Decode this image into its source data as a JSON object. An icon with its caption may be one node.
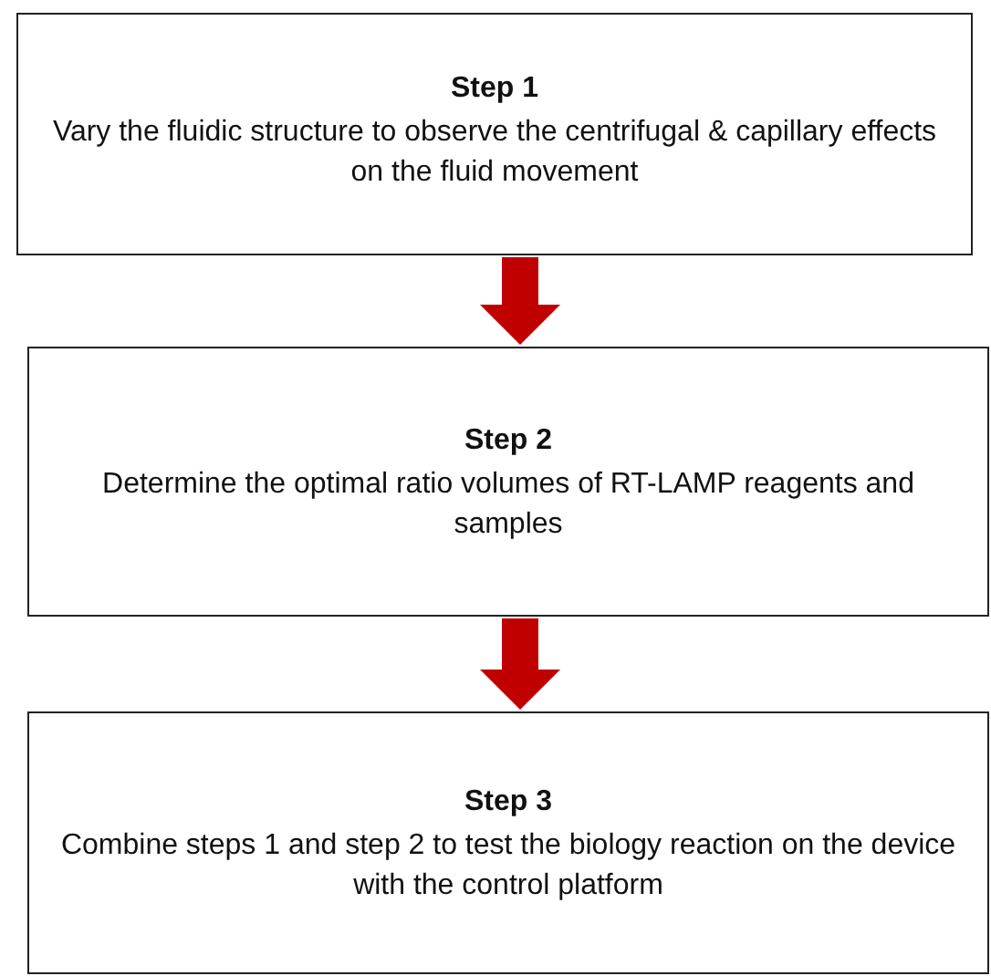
{
  "diagram": {
    "nodes": [
      {
        "text": [
          "Step 1",
          "Vary the fluidic structure to observe the centrifugal & capillary effects on the fluid movement"
        ]
      },
      {
        "text": [
          "Step 2",
          "Determine the optimal ratio volumes of RT-LAMP reagents and samples"
        ]
      },
      {
        "text": [
          "Step 3",
          "Combine steps 1 and step 2 to test the biology reaction on the device with the control platform"
        ]
      }
    ],
    "edges": [
      {
        "from": 0,
        "to": 1,
        "arrow": "to"
      },
      {
        "from": 1,
        "to": 2,
        "arrow": "to"
      }
    ]
  }
}
